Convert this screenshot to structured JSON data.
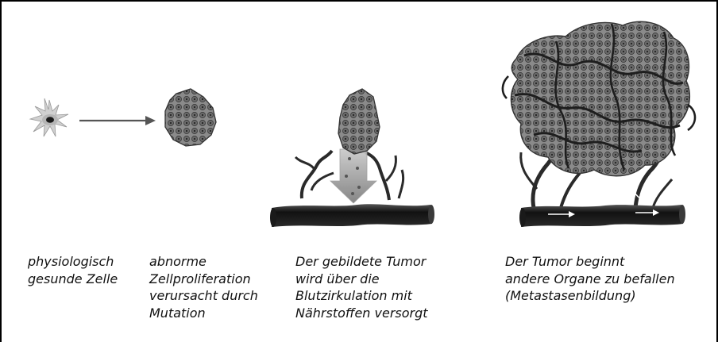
{
  "captions": {
    "stage1": "physiologisch\ngesunde Zelle",
    "stage2": "abnorme\nZellproliferation\nverursacht durch\nMutation",
    "stage3": "Der gebildete Tumor\nwird über die\nBlutzirkulation mit\nNährstoffen versorgt",
    "stage4": "Der Tumor beginnt\nandere Organe zu befallen\n(Metastasenbildung)"
  },
  "colors": {
    "frame": "#000000",
    "cell": "#808080",
    "vessel": "#222222",
    "arrow": "#555555"
  }
}
